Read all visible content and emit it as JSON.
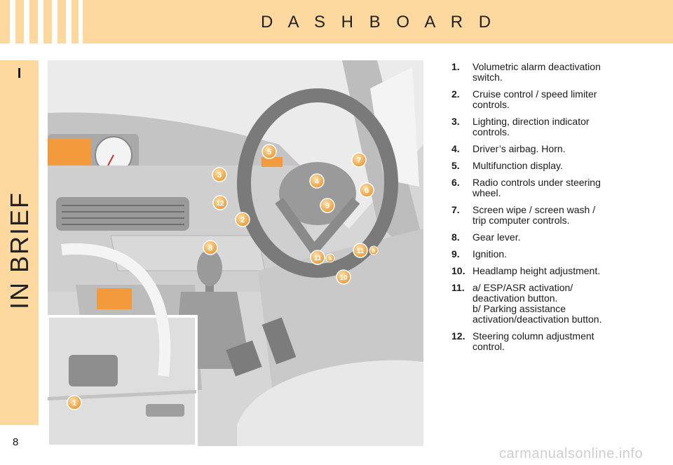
{
  "header": {
    "title": "D A S H B O A R D"
  },
  "sidebar": {
    "roman": "I",
    "section": "IN BRIEF"
  },
  "page": {
    "number": "8"
  },
  "illustration": {
    "callouts": [
      "1",
      "2",
      "3",
      "4",
      "5",
      "6",
      "7",
      "8",
      "9",
      "10",
      "11",
      "11",
      "12"
    ],
    "sub_labels": [
      "a",
      "b"
    ]
  },
  "legend": [
    {
      "num": "1.",
      "text": "Volumetric alarm deactivation\nswitch."
    },
    {
      "num": "2.",
      "text": "Cruise control / speed limiter\ncontrols."
    },
    {
      "num": "3.",
      "text": "Lighting, direction indicator\ncontrols."
    },
    {
      "num": "4.",
      "text": "Driver’s airbag. Horn."
    },
    {
      "num": "5.",
      "text": "Multifunction display."
    },
    {
      "num": "6.",
      "text": "Radio controls under steering\nwheel."
    },
    {
      "num": "7.",
      "text": "Screen wipe / screen wash /\ntrip computer controls."
    },
    {
      "num": "8.",
      "text": "Gear lever."
    },
    {
      "num": "9.",
      "text": "Ignition."
    },
    {
      "num": "10.",
      "text": "Headlamp height adjustment."
    },
    {
      "num": "11.",
      "text": "a/ ESP/ASR activation/\ndeactivation button.\nb/ Parking assistance\nactivation/deactivation button."
    },
    {
      "num": "12.",
      "text": "Steering column adjustment\ncontrol."
    }
  ],
  "watermark": "carmanualsonline.info",
  "colors": {
    "accent": "#fdd9a0",
    "callout": "#f0a94a"
  }
}
